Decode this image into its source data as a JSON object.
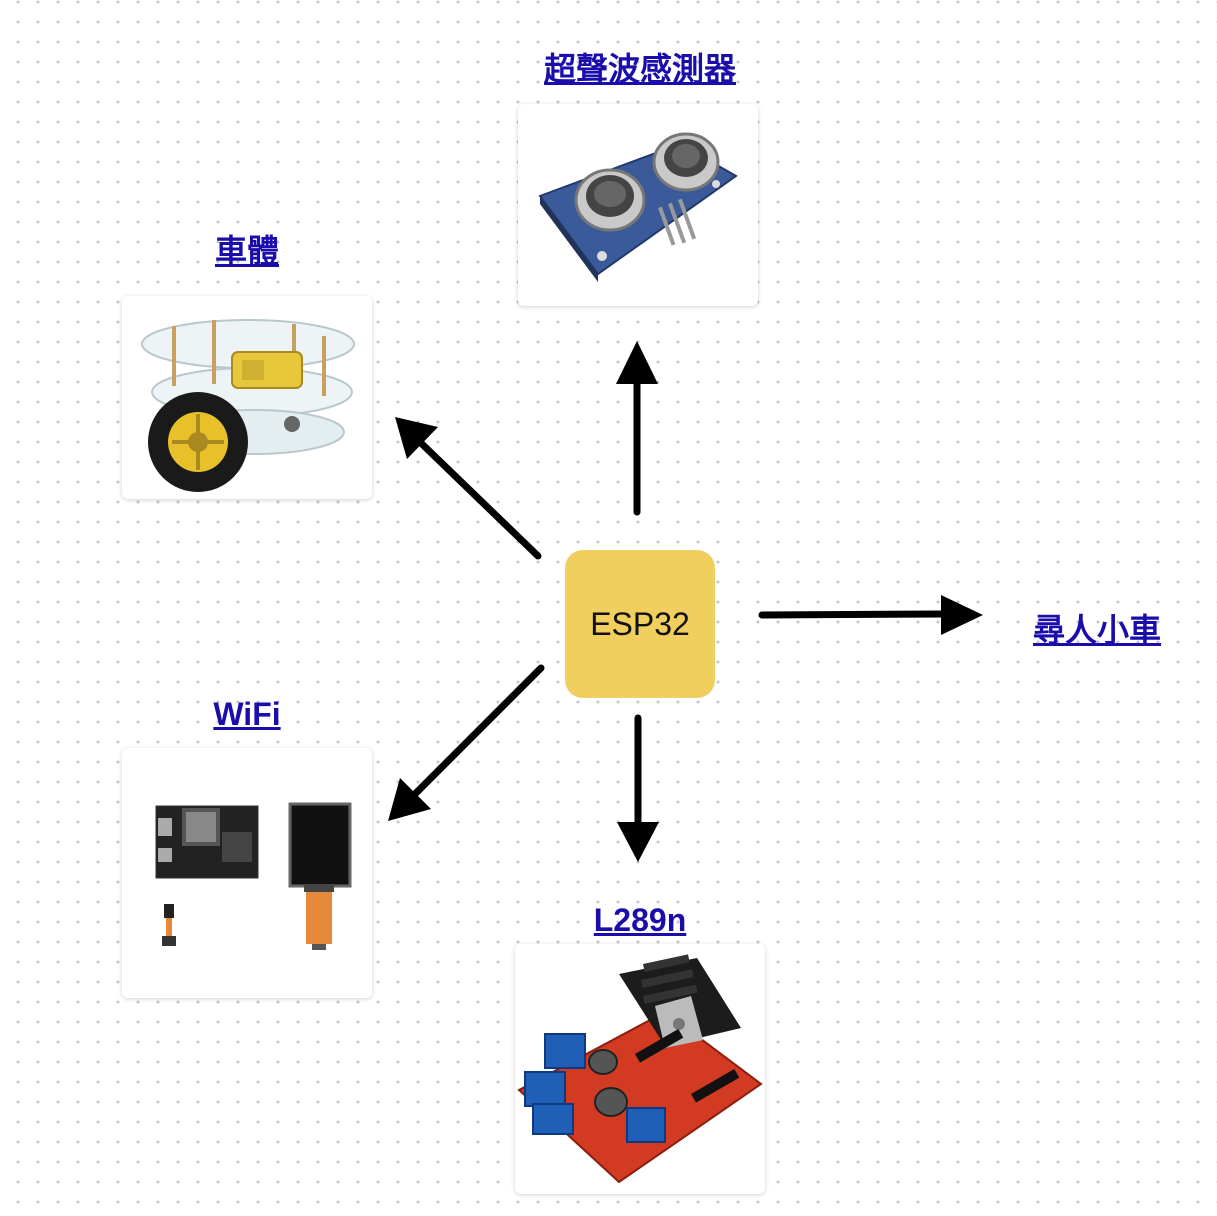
{
  "center": {
    "label": "ESP32",
    "color": "#f0cf5e"
  },
  "nodes": {
    "ultrasonic": {
      "title": "超聲波感測器"
    },
    "chassis": {
      "title": "車體"
    },
    "wifi": {
      "title": "WiFi"
    },
    "driver": {
      "title": "L289n"
    },
    "result": {
      "title": "尋人小車"
    }
  },
  "colors": {
    "link": "#1a0dab",
    "arrow": "#000000",
    "grid_dot": "#c4c4c4"
  }
}
